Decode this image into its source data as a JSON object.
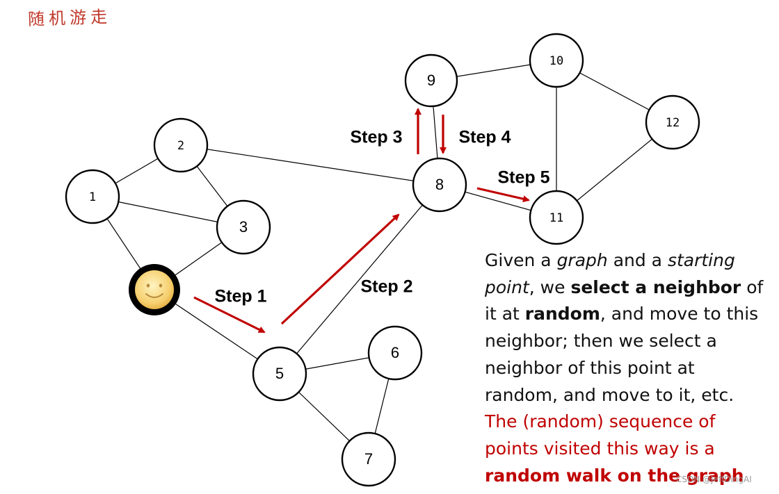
{
  "title": "随机游走",
  "colors": {
    "arrow": "#c00000",
    "node_stroke": "#000000",
    "edge": "#000000",
    "caption_red": "#c00000"
  },
  "nodes": [
    {
      "id": "1",
      "label": "1",
      "style": "mono"
    },
    {
      "id": "2",
      "label": "2",
      "style": "mono"
    },
    {
      "id": "3",
      "label": "3",
      "style": "sans"
    },
    {
      "id": "4",
      "label": "",
      "style": "smiley",
      "icon": "smiley-face-icon"
    },
    {
      "id": "5",
      "label": "5",
      "style": "sans"
    },
    {
      "id": "6",
      "label": "6",
      "style": "sans"
    },
    {
      "id": "7",
      "label": "7",
      "style": "sans"
    },
    {
      "id": "8",
      "label": "8",
      "style": "sans"
    },
    {
      "id": "9",
      "label": "9",
      "style": "sans"
    },
    {
      "id": "10",
      "label": "10",
      "style": "mono"
    },
    {
      "id": "11",
      "label": "11",
      "style": "mono"
    },
    {
      "id": "12",
      "label": "12",
      "style": "mono"
    }
  ],
  "edges": [
    [
      "1",
      "2"
    ],
    [
      "1",
      "3"
    ],
    [
      "1",
      "4"
    ],
    [
      "2",
      "3"
    ],
    [
      "2",
      "8"
    ],
    [
      "3",
      "4"
    ],
    [
      "4",
      "5"
    ],
    [
      "5",
      "6"
    ],
    [
      "5",
      "7"
    ],
    [
      "6",
      "7"
    ],
    [
      "5",
      "8"
    ],
    [
      "8",
      "9"
    ],
    [
      "8",
      "11"
    ],
    [
      "9",
      "10"
    ],
    [
      "10",
      "11"
    ],
    [
      "10",
      "12"
    ],
    [
      "11",
      "12"
    ]
  ],
  "steps": [
    {
      "label": "Step 1"
    },
    {
      "label": "Step 2"
    },
    {
      "label": "Step 3"
    },
    {
      "label": "Step 4"
    },
    {
      "label": "Step 5"
    }
  ],
  "caption": {
    "p1": "Given a ",
    "p2": "graph",
    "p3": " and a ",
    "p4": "starting point",
    "p5": ", we ",
    "p6": "select a neighbor",
    "p7": " of it at ",
    "p8": "random",
    "p9": ", and move to this neighbor; then we select a neighbor of this point at random, and move to it, etc. ",
    "p10": "The (random) sequence of points visited this way is a ",
    "p11": "random walk on the graph"
  },
  "watermark": "CSDN @JeffDingAI"
}
